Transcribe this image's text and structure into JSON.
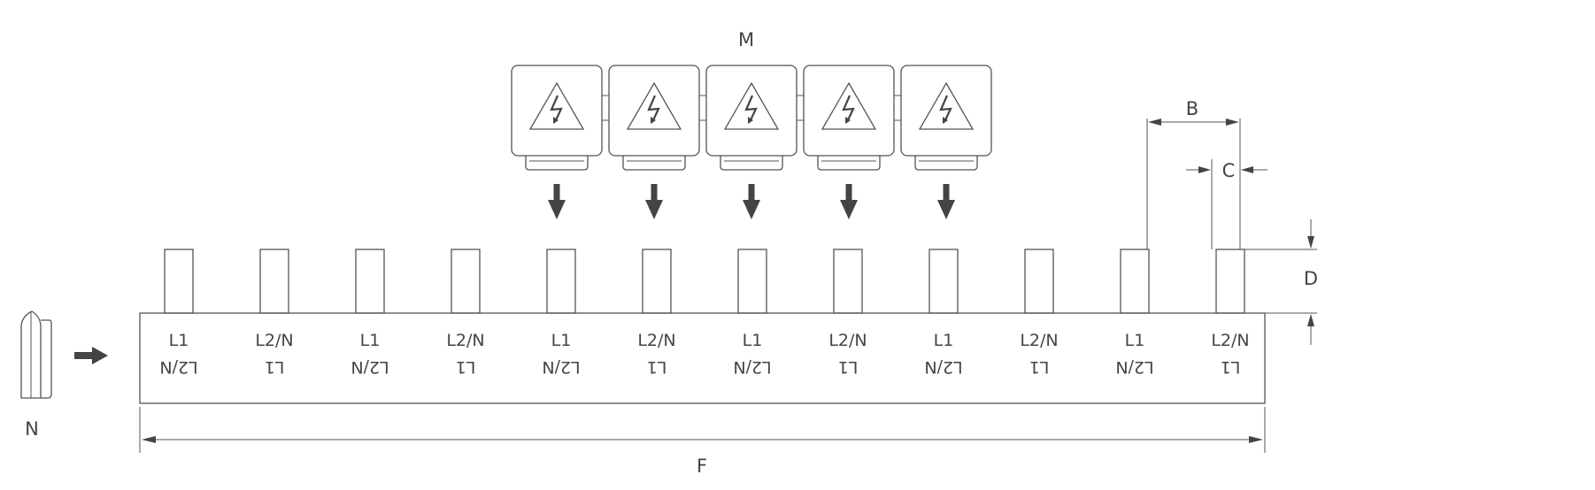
{
  "labels": {
    "M": "M",
    "N": "N",
    "B": "B",
    "C": "C",
    "D": "D",
    "F": "F"
  },
  "busbar": {
    "segments": [
      {
        "top": "L1",
        "bottom": "L2/N"
      },
      {
        "top": "L2/N",
        "bottom": "L1"
      },
      {
        "top": "L1",
        "bottom": "L2/N"
      },
      {
        "top": "L2/N",
        "bottom": "L1"
      },
      {
        "top": "L1",
        "bottom": "L2/N"
      },
      {
        "top": "L2/N",
        "bottom": "L1"
      },
      {
        "top": "L1",
        "bottom": "L2/N"
      },
      {
        "top": "L2/N",
        "bottom": "L1"
      },
      {
        "top": "L1",
        "bottom": "L2/N"
      },
      {
        "top": "L2/N",
        "bottom": "L1"
      },
      {
        "top": "L1",
        "bottom": "L2/N"
      },
      {
        "top": "L2/N",
        "bottom": "L1"
      }
    ]
  },
  "protection_caps": {
    "count": 5,
    "icon": "high-voltage-warning-icon"
  },
  "colors": {
    "line": "#555555",
    "text": "#444444",
    "arrow": "#444444"
  }
}
